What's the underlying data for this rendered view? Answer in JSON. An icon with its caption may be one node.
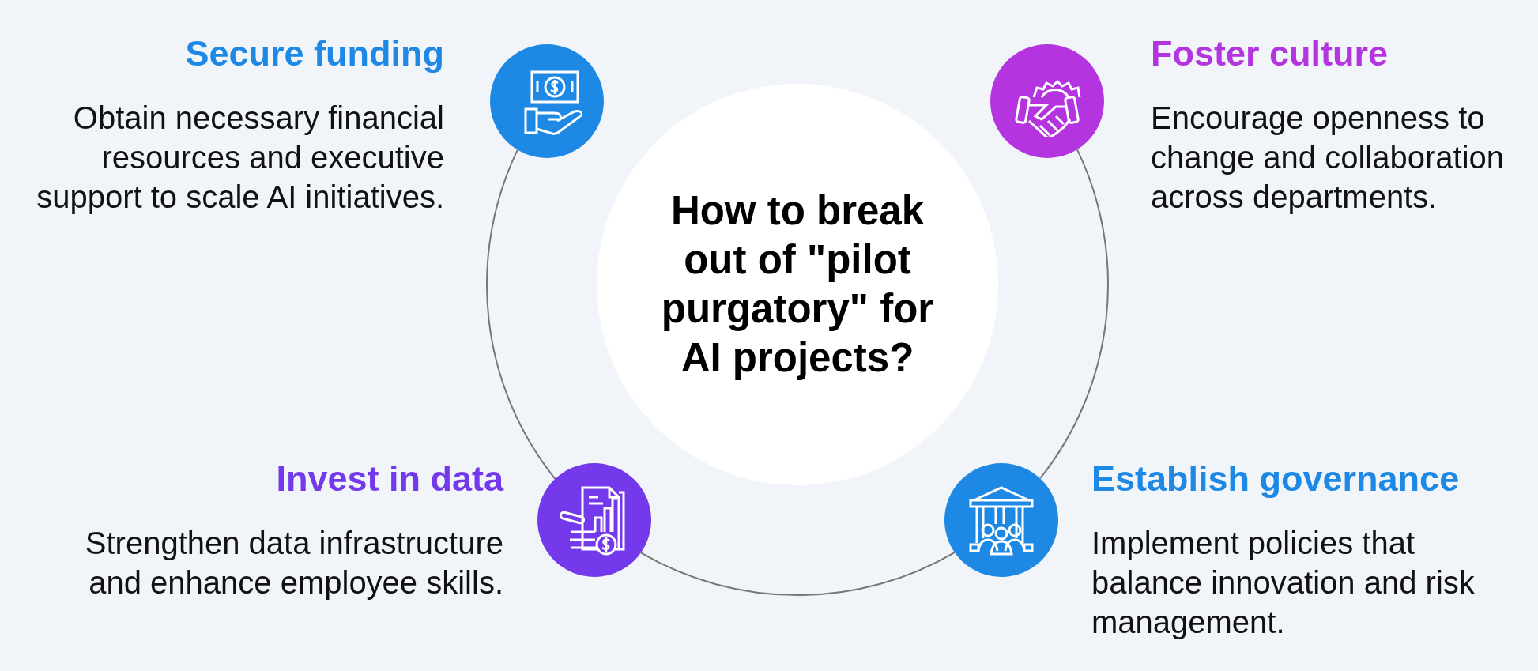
{
  "diagram": {
    "nodes": [
      {
        "text": [
          "How to break out of \"pilot purgatory\" for AI projects?"
        ]
      },
      {
        "text": [
          "Secure funding",
          "Obtain necessary financial resources and executive support to scale AI initiatives."
        ]
      },
      {
        "text": [
          "Foster culture",
          "Encourage openness to change and collaboration across departments."
        ]
      },
      {
        "text": [
          "Invest in data",
          "Strengthen data infrastructure and enhance employee skills."
        ]
      },
      {
        "text": [
          "Establish governance",
          "Implement policies that balance innovation and risk management."
        ]
      }
    ],
    "edges": [
      {
        "from": 1,
        "to": 3,
        "arrow": "none"
      },
      {
        "from": 3,
        "to": 4,
        "arrow": "none"
      },
      {
        "from": 4,
        "to": 2,
        "arrow": "none"
      }
    ]
  }
}
